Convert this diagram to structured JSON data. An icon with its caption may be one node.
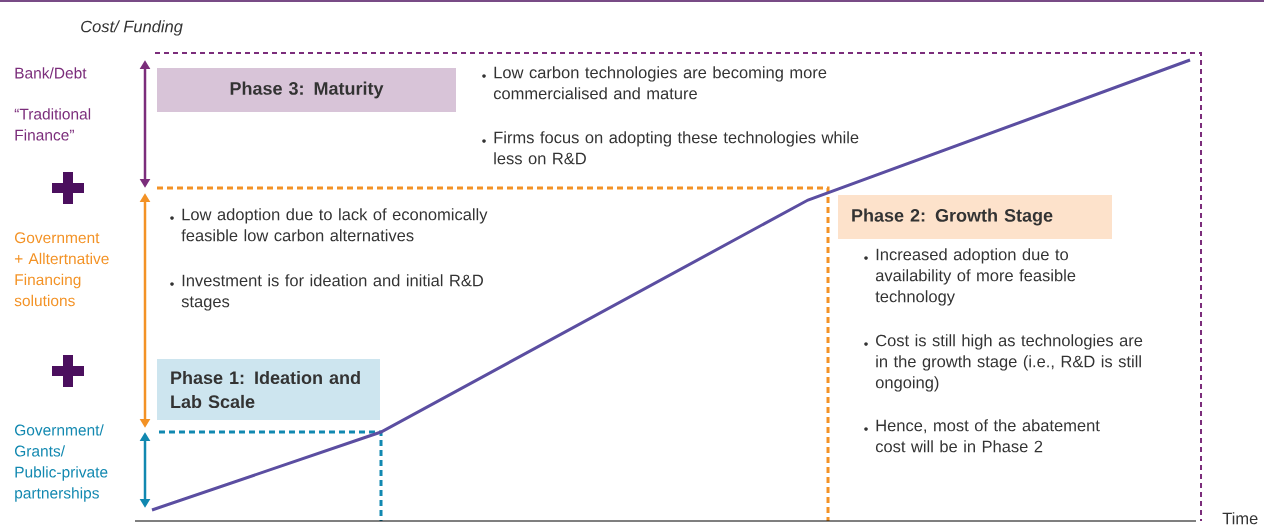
{
  "diagram": {
    "nodes": [
      {
        "text": [
          "Phase 3: Maturity"
        ]
      },
      {
        "text": [
          "Phase 2: Growth Stage"
        ]
      },
      {
        "text": [
          "Phase 1: Ideation and Lab Scale"
        ]
      }
    ],
    "labels": [
      "Cost/ Funding",
      "Bank/Debt",
      "“Traditional Finance”",
      "Low carbon technologies are becoming more commercialised and mature",
      "Firms focus on adopting these technologies while less on R&D",
      "Low adoption due to lack of economically feasible low carbon alternatives",
      "Government + Alltertnative Financing solutions",
      "Investment is for ideation and initial R&D stages",
      "Increased adoption due to availability of more feasible technology",
      "Cost is still high as technologies are in the growth stage (i.e., R&D is still ongoing)",
      "Hence, most of the abatement cost will be in Phase 2",
      "Government/ Grants/ Public-private partnerships",
      "Time"
    ]
  }
}
